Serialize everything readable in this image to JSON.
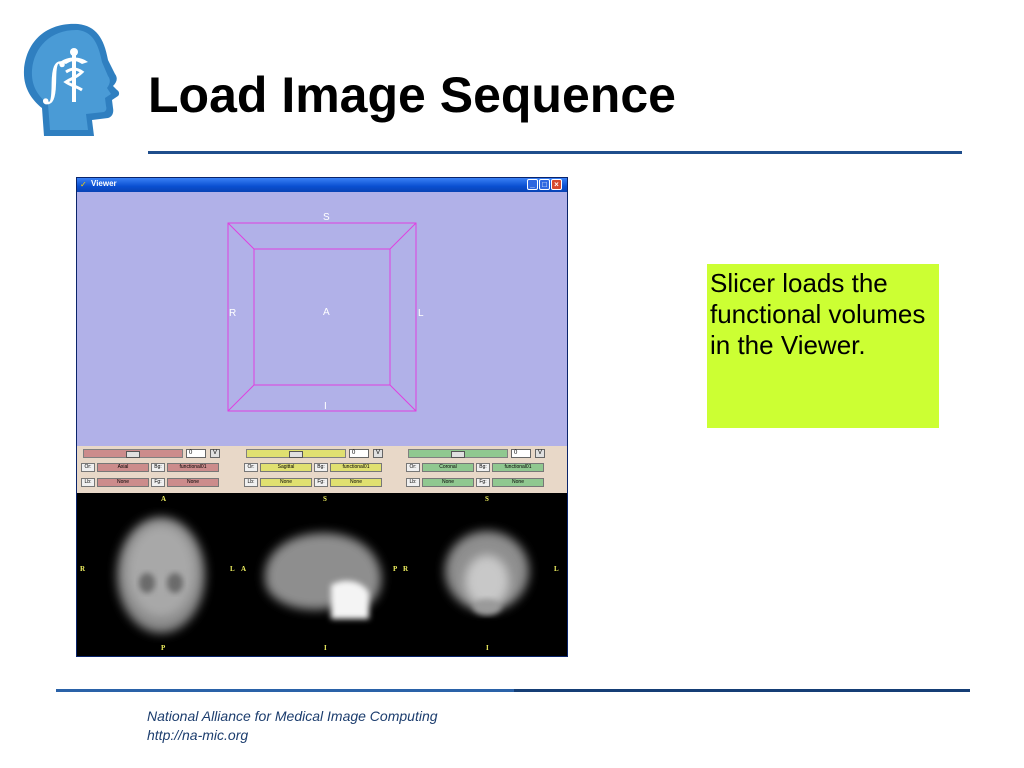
{
  "slide": {
    "title": "Load Image Sequence",
    "callout": "Slicer loads the functional volumes in the Viewer.",
    "footer": {
      "org": "National Alliance for Medical Image Computing",
      "url": "http://na-mic.org"
    }
  },
  "viewer": {
    "title": "Viewer",
    "window_buttons": [
      "minimize-icon",
      "maximize-icon",
      "close-icon"
    ],
    "view3d": {
      "background": "#b1b1e8",
      "box_color": "#e040e0",
      "labels": {
        "top": "S",
        "bottom": "I",
        "left": "R",
        "right": "L",
        "center": "A"
      }
    },
    "slices": [
      {
        "color": "#cc8c8c",
        "slider_value": "0",
        "v_label": "V",
        "or_label": "Or:",
        "orientation": "Axial",
        "bg_label": "Bg:",
        "bg_value": "functional01",
        "lb_label": "Lb:",
        "lb_value": "None",
        "fg_label": "Fg:",
        "fg_value": "None",
        "orient_labels": {
          "top": "A",
          "bottom": "P",
          "left": "R",
          "right": "L"
        }
      },
      {
        "color": "#e0e070",
        "slider_value": "0",
        "v_label": "V",
        "or_label": "Or:",
        "orientation": "Sagittal",
        "bg_label": "Bg:",
        "bg_value": "functional01",
        "lb_label": "Lb:",
        "lb_value": "None",
        "fg_label": "Fg:",
        "fg_value": "None",
        "orient_labels": {
          "top": "S",
          "bottom": "I",
          "left": "A",
          "right": "P"
        }
      },
      {
        "color": "#90c890",
        "slider_value": "0",
        "v_label": "V",
        "or_label": "Or:",
        "orientation": "Coronal",
        "bg_label": "Bg:",
        "bg_value": "functional01",
        "lb_label": "Lb:",
        "lb_value": "None",
        "fg_label": "Fg:",
        "fg_value": "None",
        "orient_labels": {
          "top": "S",
          "bottom": "I",
          "left": "R",
          "right": "L"
        }
      }
    ]
  },
  "colors": {
    "accent_rule": "#1f4e8c",
    "callout_bg": "#ccff33",
    "footer_text": "#1c3d6e"
  }
}
